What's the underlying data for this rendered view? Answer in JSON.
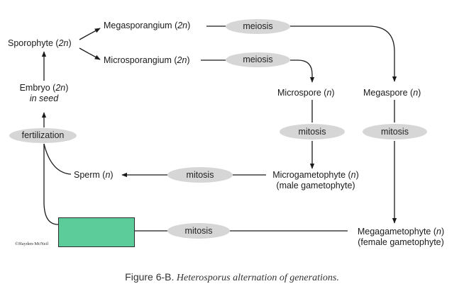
{
  "nodes": {
    "megasporangium": {
      "name": "Megasporangium",
      "ploidy": "2n"
    },
    "sporophyte": {
      "name": "Sporophyte",
      "ploidy": "2n"
    },
    "microsporangium": {
      "name": "Microsporangium",
      "ploidy": "2n"
    },
    "embryo": {
      "name": "Embryo",
      "ploidy": "2n",
      "note": "in seed"
    },
    "microspore": {
      "name": "Microspore",
      "ploidy": "n"
    },
    "megaspore": {
      "name": "Megaspore",
      "ploidy": "n"
    },
    "sperm": {
      "name": "Sperm",
      "ploidy": "n"
    },
    "microgametophyte": {
      "name": "Microgametophyte",
      "ploidy": "n",
      "note": "(male gametophyte)"
    },
    "megagametophyte": {
      "name": "Megagametophyte",
      "ploidy": "n",
      "note": "(female gametophyte)"
    }
  },
  "processes": {
    "meiosis_mega": "meiosis",
    "meiosis_micro": "meiosis",
    "mitosis_micro": "mitosis",
    "mitosis_mega": "mitosis",
    "mitosis_sperm": "mitosis",
    "mitosis_bottom": "mitosis",
    "fertilization": "fertilization"
  },
  "credit": "©Hayden-McNeil",
  "caption": {
    "label": "Figure 6-B.",
    "text": "Heterosporus alternation of generations."
  },
  "colors": {
    "oval_fill": "#d6d6d6",
    "box_fill": "#5ccc9b",
    "line": "#1a1a1a"
  }
}
